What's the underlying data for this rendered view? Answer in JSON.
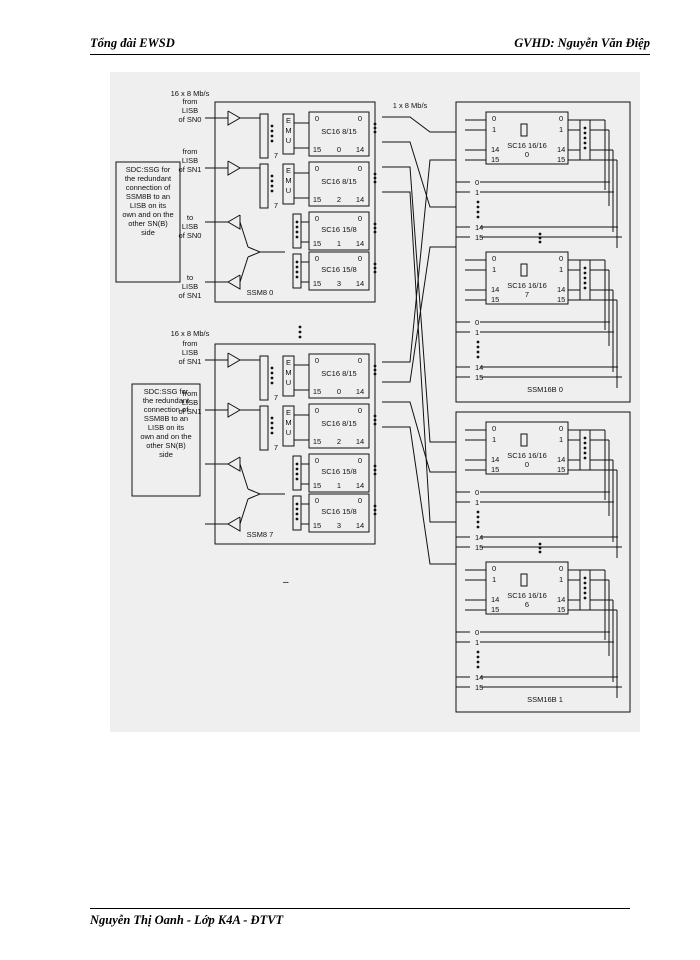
{
  "header": {
    "left": "Tổng đài EWSD",
    "right": "GVHD: Nguyễn Văn Điệp"
  },
  "footer": {
    "text": "Nguyễn Thị Oanh - Lớp K4A - ĐTVT"
  },
  "figure": {
    "rate_in": "16 x 8 Mb/s",
    "rate_link": "1 x 8 Mb/s",
    "from_sn0": "from LISB of SN0",
    "from_sn1": "from LISB of SN1",
    "from_sn1_b": "from LISB of SN1",
    "to_sn0": "to LISB of SN0",
    "to_sn1": "to LISB of SN1",
    "sdc_note": "SDC:SSG for the redundant connection of SSM8B to an LISB on its own and on the other SN(B) side",
    "emu": [
      "E",
      "M",
      "U"
    ],
    "ssm8": [
      "SSM8 0",
      "SSM8 7"
    ],
    "sc_in": [
      "SC16 8/15",
      "SC16 8/15"
    ],
    "sc_out": [
      "SC16 15/8",
      "SC16 15/8"
    ],
    "ssm16": [
      "SSM16B 0",
      "SSM16B 1"
    ],
    "sc1616": "SC16 16/16",
    "nums": [
      "0",
      "1",
      "2",
      "3",
      "6",
      "7",
      "14",
      "15"
    ]
  }
}
